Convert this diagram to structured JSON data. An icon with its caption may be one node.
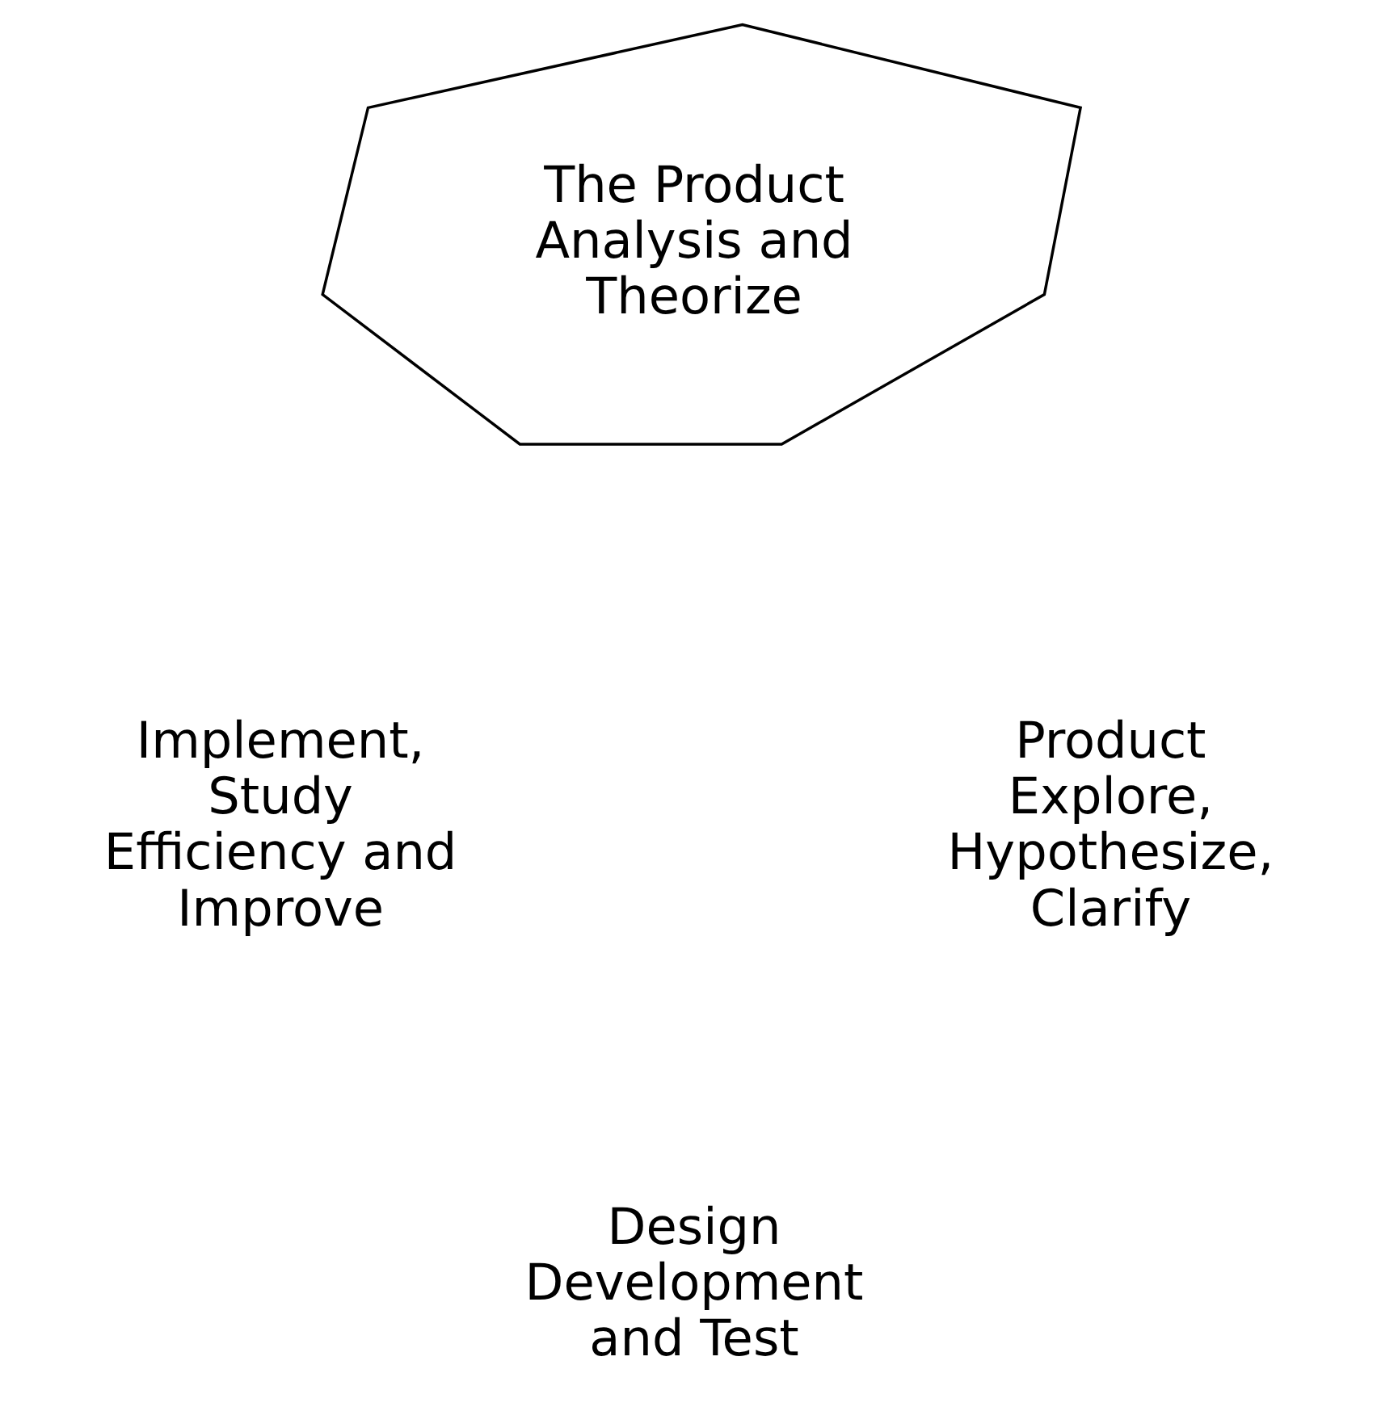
{
  "diagram": {
    "nodes": [
      {
        "text": [
          "The Product Analysis and Theorize"
        ]
      }
    ],
    "labels": [
      "Implement, Study Efficiency and Improve",
      "Product Explore, Hypothesize, Clarify",
      "Design Development and Test"
    ]
  }
}
